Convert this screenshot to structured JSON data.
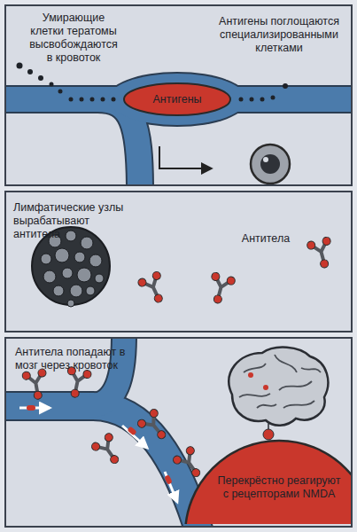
{
  "diagram": {
    "nodes": [
      {
        "text": [
          "Умирающие клетки тератомы высвобождаются в кровоток",
          "Антигены поглощаются специализированными клетками"
        ]
      },
      {
        "text": [
          "Антигены"
        ],
        "in": 0
      },
      {
        "text": [
          "Лимфатические узлы вырабатывают антитела",
          "Антитела"
        ]
      },
      {
        "text": [
          "Антитела попадают в мозг через кровоток"
        ]
      },
      {
        "text": [
          "Перекрёстно реагируют с рецепторами NMDA"
        ],
        "in": 3
      }
    ]
  }
}
